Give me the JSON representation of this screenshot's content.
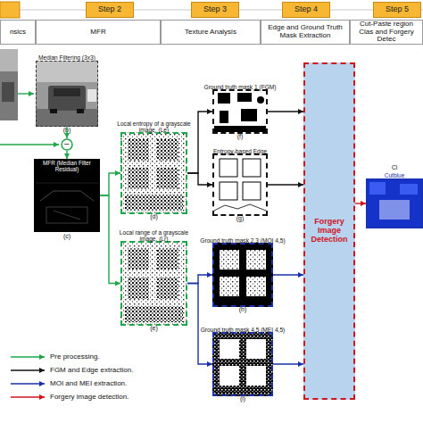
{
  "diagram": {
    "nodes": [
      {
        "text": [
          "Step 2"
        ]
      },
      {
        "text": [
          "Step 3"
        ]
      },
      {
        "text": [
          "Step 4"
        ]
      },
      {
        "text": [
          "Step 5"
        ]
      },
      {
        "text": [
          "nsics"
        ]
      },
      {
        "text": [
          "MFR"
        ]
      },
      {
        "text": [
          "Texture Analysis"
        ]
      },
      {
        "text": [
          "Edge and Ground Truth Mask Extraction"
        ]
      },
      {
        "text": [
          "Cut-Paste region Clas and Forgery Detec"
        ]
      },
      {
        "text": [
          "Median Filtering (3x3)",
          "(b)"
        ]
      },
      {
        "text": [
          "−"
        ]
      },
      {
        "text": [
          "MFR (Median Filter Residual)",
          "(c)"
        ]
      },
      {
        "text": [
          "Local entropy of a grayscale image. (Le)",
          "(d)"
        ]
      },
      {
        "text": [
          "Local range of a grayscale image. (Lr)",
          "(e)"
        ]
      },
      {
        "text": [
          "Ground truth mask 1 (FGM)",
          "(f)"
        ]
      },
      {
        "text": [
          "Entropy-based Edge",
          "(g)"
        ]
      },
      {
        "text": [
          "Ground truth mask 2,3 (MOI 4,5)",
          "(h)"
        ]
      },
      {
        "text": [
          "Ground truth mask 4,5 (MEI 4,5)",
          "(i)"
        ]
      },
      {
        "text": [
          "Forgery Image Detection"
        ]
      },
      {
        "text": [
          "Cl",
          "Cutblue"
        ]
      }
    ],
    "edges": [
      {
        "from": 9,
        "to": 10,
        "arrow": "to"
      },
      {
        "from": 10,
        "to": 11,
        "arrow": "to"
      },
      {
        "from": 11,
        "to": 12,
        "arrow": "to"
      },
      {
        "from": 11,
        "to": 13,
        "arrow": "to"
      },
      {
        "from": 12,
        "to": 14,
        "arrow": "to"
      },
      {
        "from": 12,
        "to": 15,
        "arrow": "to"
      },
      {
        "from": 13,
        "to": 16,
        "arrow": "to"
      },
      {
        "from": 13,
        "to": 17,
        "arrow": "to"
      },
      {
        "from": 14,
        "to": 18,
        "arrow": "to"
      },
      {
        "from": 15,
        "to": 18,
        "arrow": "to"
      },
      {
        "from": 16,
        "to": 18,
        "arrow": "to"
      },
      {
        "from": 17,
        "to": 18,
        "arrow": "to"
      },
      {
        "from": 18,
        "to": 19,
        "arrow": "to"
      }
    ],
    "legend": [
      {
        "text": "Pre processing."
      },
      {
        "text": "FGM and Edge extraction."
      },
      {
        "text": "MOI and MEI extraction."
      },
      {
        "text": "Forgery image detection."
      }
    ]
  }
}
